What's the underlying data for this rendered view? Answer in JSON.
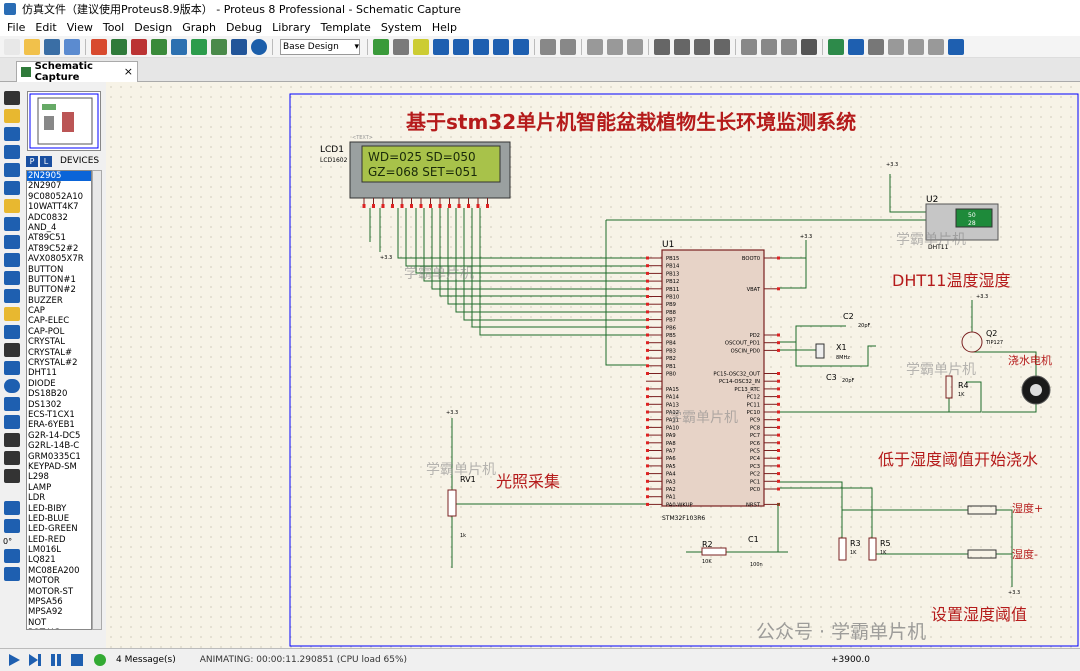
{
  "window": {
    "title": "仿真文件（建议使用Proteus8.9版本） - Proteus 8 Professional - Schematic Capture"
  },
  "menu": [
    "File",
    "Edit",
    "View",
    "Tool",
    "Design",
    "Graph",
    "Debug",
    "Library",
    "Template",
    "System",
    "Help"
  ],
  "toolbar": {
    "design_combo": "Base Design"
  },
  "tab": {
    "label": "Schematic Capture",
    "close": "×"
  },
  "panel": {
    "p_label": "P",
    "l_label": "L",
    "devices_label": "DEVICES",
    "angle": "0°"
  },
  "devices": [
    "2N2905",
    "2N2907",
    "9C08052A10",
    "10WATT4K7",
    "ADC0832",
    "AND_4",
    "AT89C51",
    "AT89C52#2",
    "AVX0805X7R",
    "BUTTON",
    "BUTTON#1",
    "BUTTON#2",
    "BUZZER",
    "CAP",
    "CAP-ELEC",
    "CAP-POL",
    "CRYSTAL",
    "CRYSTAL#",
    "CRYSTAL#2",
    "DHT11",
    "DIODE",
    "DS18B20",
    "DS1302",
    "ECS-T1CX1",
    "ERA-6YEB1",
    "G2R-14-DC5",
    "G2RL-14B-C",
    "GRM0335C1",
    "KEYPAD-SM",
    "L298",
    "LAMP",
    "LDR",
    "LED-BIBY",
    "LED-BLUE",
    "LED-GREEN",
    "LED-RED",
    "LM016L",
    "LQ821",
    "MC08EA200",
    "MOTOR",
    "MOTOR-ST",
    "MPSA56",
    "MPSA92",
    "NOT",
    "POT-HG"
  ],
  "selected_device": "2N2905",
  "schematic": {
    "title": "基于stm32单片机智能盆栽植物生长环境监测系统",
    "lcd_ref": "LCD1",
    "lcd_part": "LCD1602",
    "lcd_line1": "WD=025  SD=050",
    "lcd_line2": "GZ=068  SET=051",
    "mcu_ref": "U1",
    "mcu_part": "STM32F103R6",
    "dht_ref": "U2",
    "dht_part": "DHT11",
    "dht_value1": "50",
    "dht_value2": "28",
    "dht_label": "DHT11温度湿度",
    "q2_ref": "Q2",
    "q2_part": "TIP127",
    "motor_label": "浇水电机",
    "r4_ref": "R4",
    "r4_val": "1K",
    "rv1_ref": "RV1",
    "rv1_val": "1k",
    "light_label": "光照采集",
    "pump_note": "低于湿度阈值开始浇水",
    "btn_up": "湿度+",
    "btn_down": "湿度-",
    "set_label": "设置湿度阈值",
    "c2": "C2",
    "c2_val": "20pF",
    "c3": "C3",
    "c3_val": "20pF",
    "x1": "X1",
    "x1_val": "8MHz",
    "r2": "R2",
    "r2_val": "10K",
    "c1": "C1",
    "c1_val": "100n",
    "r3": "R3",
    "r3_val": "1K",
    "r5": "R5",
    "r5_val": "1K",
    "vcc": "+3.3",
    "watermark": "学霸单片机",
    "footer": "公众号 · 学霸单片机",
    "text_tag": "<TEXT>",
    "left_pins": [
      "PB15",
      "PB14",
      "PB13",
      "PB12",
      "PB11",
      "PB10",
      "PB9",
      "PB8",
      "PB7",
      "PB6",
      "PB5",
      "PB4",
      "PB3",
      "PB2",
      "PB1",
      "PB0",
      "",
      "PA15",
      "PA14",
      "PA13",
      "PA12",
      "PA11",
      "PA10",
      "PA9",
      "PA8",
      "PA7",
      "PA6",
      "PA5",
      "PA4",
      "PA3",
      "PA2",
      "PA1",
      "PA0-WKUP"
    ],
    "right_pins": [
      "BOOT0",
      "",
      "",
      "",
      "VBAT",
      "",
      "",
      "",
      "",
      "",
      "PD2",
      "OSCOUT_PD1",
      "OSCIN_PD0",
      "",
      "",
      "PC15-OSC32_OUT",
      "PC14-OSC32_IN",
      "PC13_RTC",
      "PC12",
      "PC11",
      "PC10",
      "PC9",
      "PC8",
      "PC7",
      "PC6",
      "PC5",
      "PC4",
      "PC3",
      "PC2",
      "PC1",
      "PC0",
      "",
      "NRST"
    ]
  },
  "status": {
    "messages": "4 Message(s)",
    "animating": "ANIMATING: 00:00:11.290851 (CPU load 65%)",
    "coord": "+3900.0"
  }
}
